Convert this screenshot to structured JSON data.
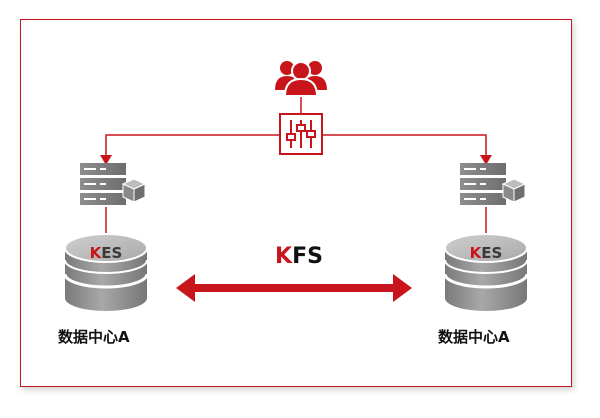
{
  "diagram": {
    "left_site": {
      "db_text_accent": "K",
      "db_text_rest": "ES",
      "label": "数据中心A"
    },
    "right_site": {
      "db_text_accent": "K",
      "db_text_rest": "ES",
      "label": "数据中心A"
    },
    "link": {
      "text_accent": "K",
      "text_rest": "FS"
    },
    "icons": {
      "users": "users-group-icon",
      "controller": "sliders-control-icon",
      "server": "server-rack-icon",
      "database": "database-cylinder-icon",
      "arrow": "double-arrow-icon"
    }
  },
  "colors": {
    "accent": "#c8151b",
    "gray": "#8c8c8c",
    "dark_gray": "#6a6a6a"
  }
}
